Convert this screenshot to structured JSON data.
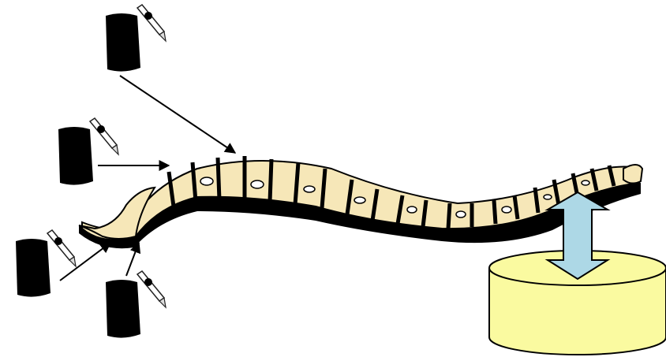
{
  "diagram": {
    "agents": [
      {
        "id": "agent-gray",
        "icon": "document-with-pen-icon",
        "color": "#8c8c8c",
        "paper": "#f2c9a8"
      },
      {
        "id": "agent-pink",
        "icon": "document-with-pen-icon",
        "color": "#f06aa0",
        "paper": "#f8d2a6"
      },
      {
        "id": "agent-orange-left",
        "icon": "document-with-pen-icon",
        "color": "#f7a11a",
        "paper": "#fbe08a"
      },
      {
        "id": "agent-orange-bottom",
        "icon": "document-with-pen-icon",
        "color": "#f29423",
        "paper": "#f8d39a"
      }
    ],
    "backbone": {
      "icon": "spine-clipart-icon",
      "bone_color": "#f6e7b8",
      "shadow_color": "#000000"
    },
    "database": {
      "icon": "database-cylinder-icon",
      "fill": "#fafaa0"
    },
    "sync_arrow": {
      "icon": "double-arrow-icon",
      "fill": "#add8e6"
    }
  }
}
